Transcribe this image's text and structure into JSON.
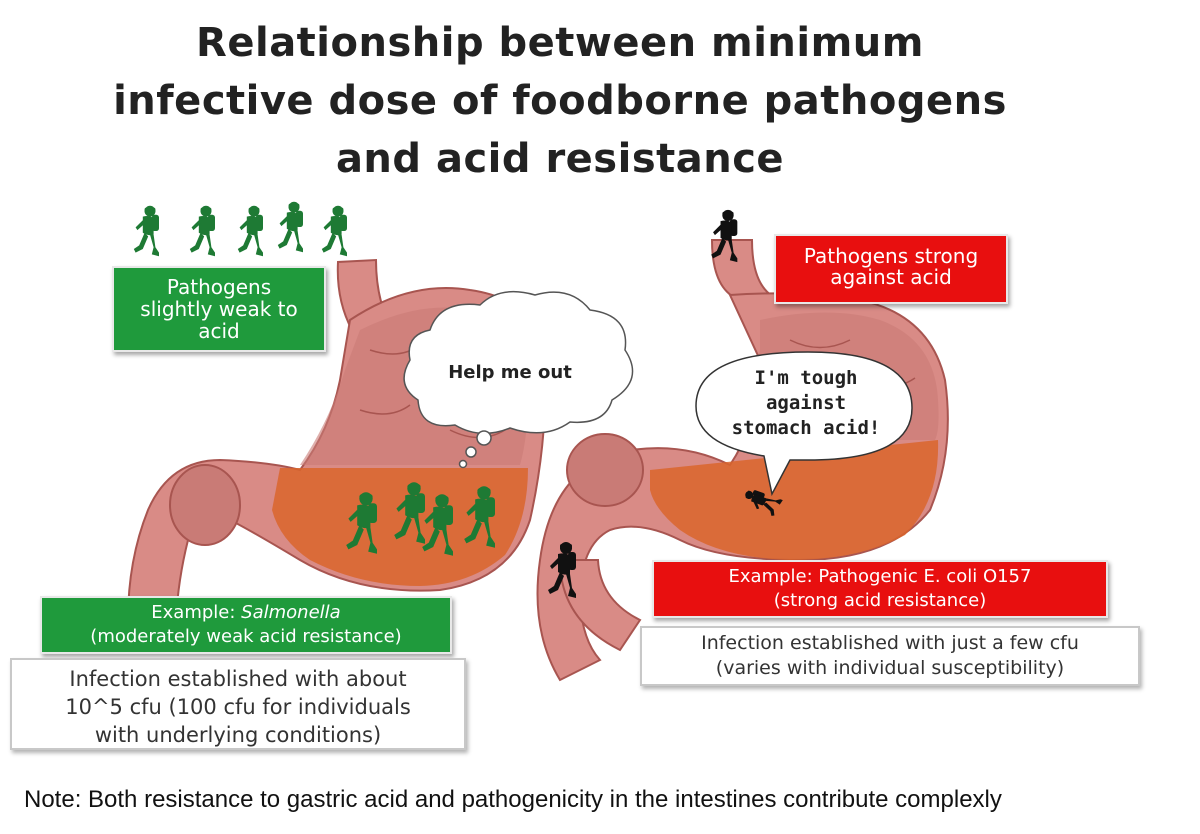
{
  "title": {
    "line1": "Relationship between minimum",
    "line2": "infective dose of foodborne pathogens",
    "line3": "and acid resistance"
  },
  "left": {
    "label": {
      "line1": "Pathogens",
      "line2": "slightly weak to",
      "line3": "acid"
    },
    "bubble": "Help me out",
    "example": {
      "prefix": "Example: ",
      "organism": "Salmonella",
      "line2": "(moderately weak acid resistance)"
    },
    "infection": {
      "line1": "Infection established with about",
      "line2": "10^5 cfu (100 cfu for individuals",
      "line3": "with underlying conditions)"
    }
  },
  "right": {
    "label": {
      "line1": "Pathogens strong",
      "line2": "against acid"
    },
    "bubble": {
      "line1": "I'm tough",
      "line2": "against",
      "line3": "stomach acid!"
    },
    "example": {
      "line1": "Example: Pathogenic E. coli O157",
      "line2": "(strong acid resistance)"
    },
    "infection": {
      "line1": "Infection established with just a few cfu",
      "line2": "(varies with individual susceptibility)"
    }
  },
  "note": "Note: Both resistance to gastric acid and pathogenicity in the intestines contribute complexly",
  "colors": {
    "green": "#1f9a3c",
    "red": "#e80f0f",
    "stomach": "#d98b86",
    "stomach_dark": "#b5605c",
    "acid": "#d9652c",
    "diver_green": "#1e7a34",
    "diver_black": "#111111"
  },
  "icons": [
    "diver-icon",
    "thought-bubble-icon",
    "speech-bubble-icon",
    "stomach-illustration"
  ]
}
